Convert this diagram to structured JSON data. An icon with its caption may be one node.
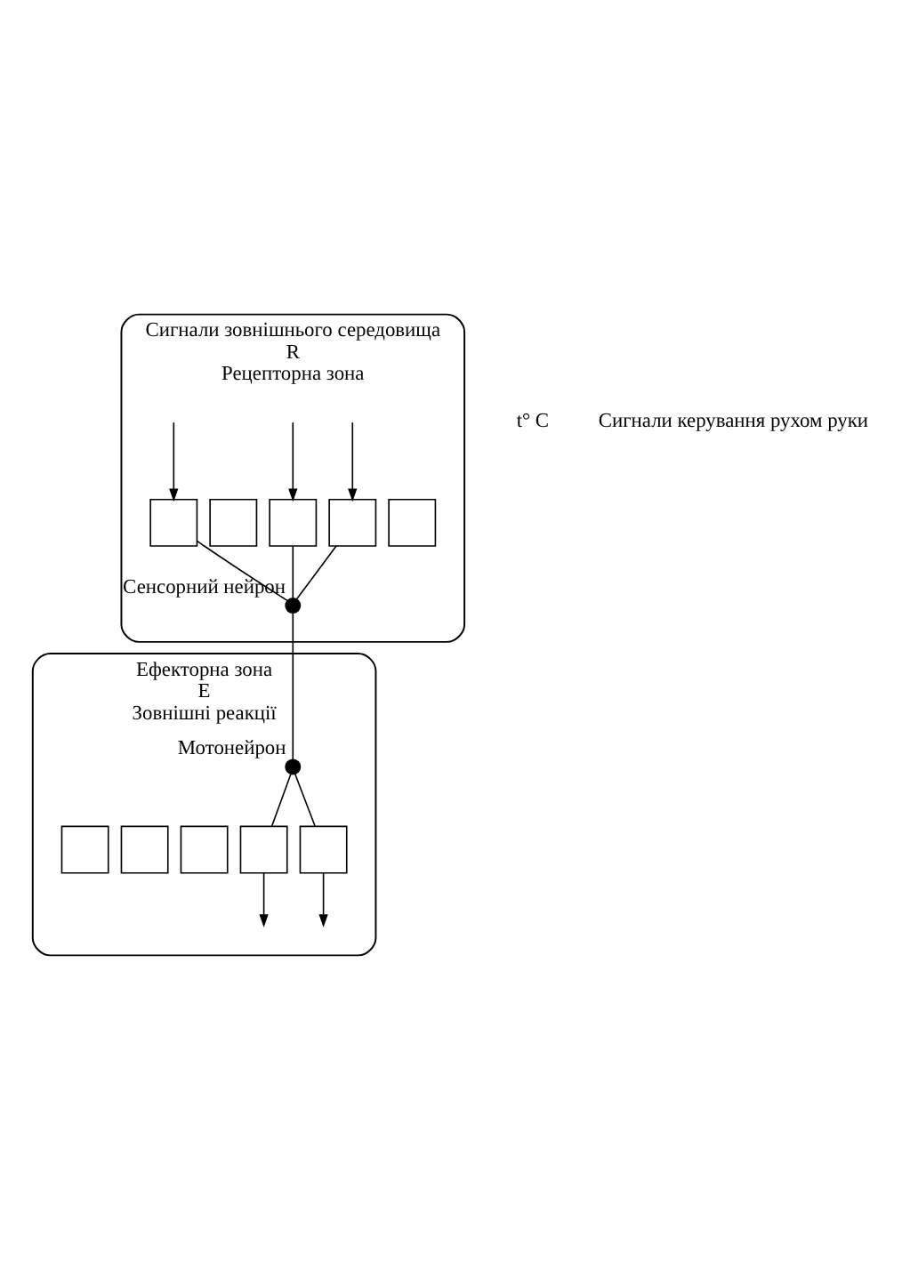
{
  "diagram": {
    "nodes": [
      {
        "text": [
          "Сигнали зовнішнього середовища",
          "R",
          "Рецепторна зона"
        ]
      },
      {
        "text": [],
        "shape": "box",
        "in": 0
      },
      {
        "text": [],
        "shape": "box",
        "in": 0
      },
      {
        "text": [],
        "shape": "box",
        "in": 0
      },
      {
        "text": [],
        "shape": "box",
        "in": 0
      },
      {
        "text": [],
        "shape": "box",
        "in": 0
      },
      {
        "text": [],
        "shape": "circle",
        "in": 0,
        "beside": [
          "Сенсорний нейрон"
        ]
      },
      {
        "text": [
          "Ефекторна зона",
          "E",
          "Зовнішні реакції"
        ]
      },
      {
        "text": [],
        "shape": "circle",
        "in": 7,
        "beside": [
          "Мотонейрон"
        ]
      },
      {
        "text": [],
        "shape": "box",
        "in": 7
      },
      {
        "text": [],
        "shape": "box",
        "in": 7
      },
      {
        "text": [],
        "shape": "box",
        "in": 7
      },
      {
        "text": [],
        "shape": "box",
        "in": 7
      },
      {
        "text": [],
        "shape": "box",
        "in": 7
      }
    ],
    "edges": [
      {
        "from": null,
        "to": 1,
        "arrow": "to"
      },
      {
        "from": null,
        "to": 3,
        "arrow": "to"
      },
      {
        "from": null,
        "to": 4,
        "arrow": "to"
      },
      {
        "from": 1,
        "to": 6,
        "arrow": "none"
      },
      {
        "from": 3,
        "to": 6,
        "arrow": "none"
      },
      {
        "from": 4,
        "to": 6,
        "arrow": "none"
      },
      {
        "from": 6,
        "to": 8,
        "arrow": "none"
      },
      {
        "from": 8,
        "to": 12,
        "arrow": "none"
      },
      {
        "from": 8,
        "to": 13,
        "arrow": "none"
      },
      {
        "from": 12,
        "to": null,
        "arrow": "to"
      },
      {
        "from": 13,
        "to": null,
        "arrow": "to"
      }
    ],
    "labels": [
      "t° C",
      "Сигнали керування рухом руки"
    ]
  }
}
